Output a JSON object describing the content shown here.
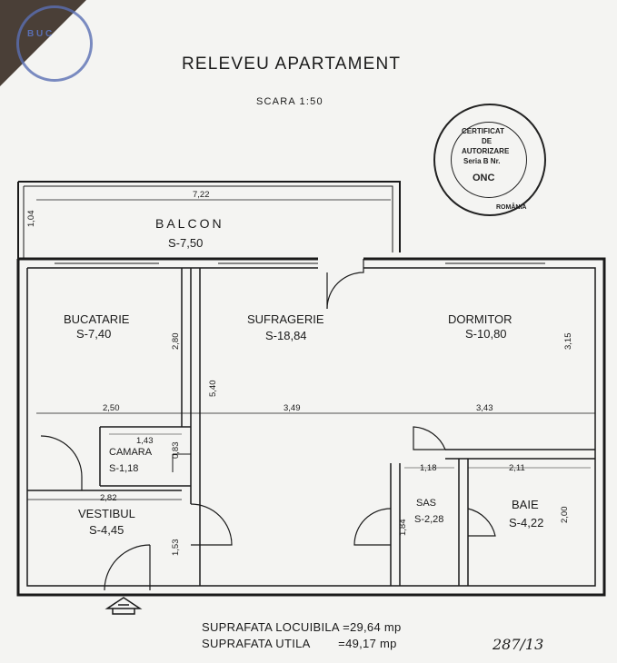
{
  "title": "RELEVEU APARTAMENT",
  "scale": "SCARA 1:50",
  "seal": {
    "line1": "CERTIFICAT",
    "line2": "DE",
    "line3": "AUTORIZARE",
    "line4": "Seria B Nr.",
    "line5": "ONC",
    "line6": "ROMÂNIA"
  },
  "stamp": {
    "text": "B U C"
  },
  "rooms": {
    "balcon": {
      "name": "BALCON",
      "area": "S-7,50"
    },
    "bucatarie": {
      "name": "BUCATARIE",
      "area": "S-7,40"
    },
    "sufragerie": {
      "name": "SUFRAGERIE",
      "area": "S-18,84"
    },
    "dormitor": {
      "name": "DORMITOR",
      "area": "S-10,80"
    },
    "camara": {
      "name": "CAMARA",
      "area": "S-1,18"
    },
    "vestibul": {
      "name": "VESTIBUL",
      "area": "S-4,45"
    },
    "sas": {
      "name": "SAS",
      "area": "S-2,28"
    },
    "baie": {
      "name": "BAIE",
      "area": "S-4,22"
    }
  },
  "dimensions": {
    "balcon_width": "7,22",
    "balcon_depth": "1,04",
    "bucatarie_width": "2,50",
    "bucatarie_height": "2,80",
    "sufragerie_width": "3,49",
    "sufragerie_height": "5,40",
    "dormitor_width": "3,43",
    "dormitor_height": "3,15",
    "camara_width": "1,43",
    "camara_height": "0,83",
    "vestibul_width": "2,82",
    "vestibul_height": "1,53",
    "sas_width": "1,18",
    "sas_height": "1,84",
    "baie_width": "2,11",
    "baie_height": "2,00"
  },
  "summary": {
    "locuibila": "SUPRAFATA LOCUIBILA =29,64 mp",
    "utila": "SUPRAFATA UTILA        =49,17 mp"
  },
  "signature": "287/13"
}
